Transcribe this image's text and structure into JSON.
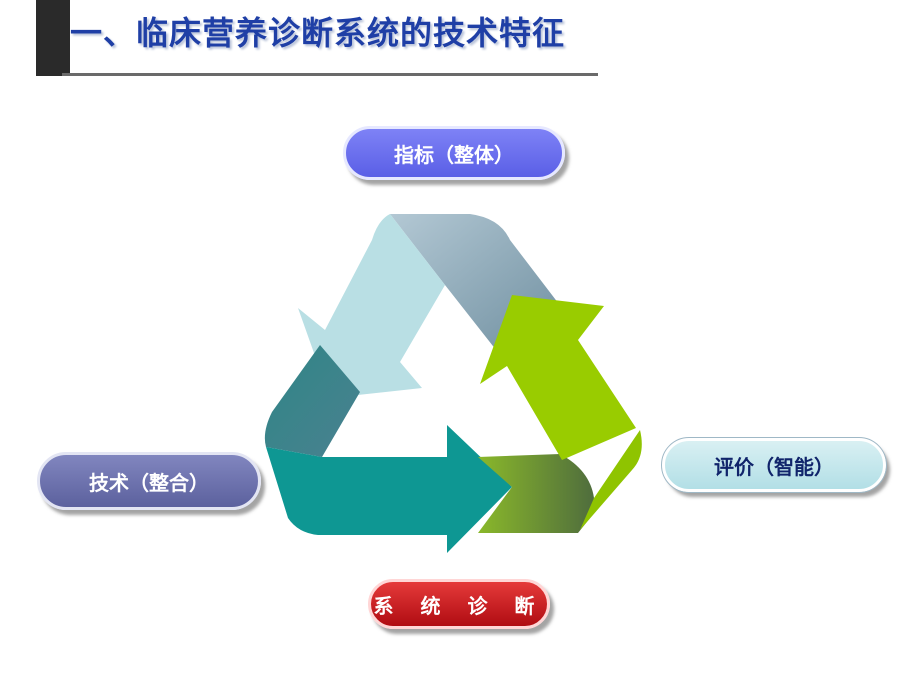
{
  "header": {
    "title": "一、临床营养诊断系统的技术特征"
  },
  "diagram": {
    "nodes": {
      "top": "指标（整体）",
      "right": "评价（智能）",
      "left": "技术（整合）",
      "bottom": "系 统 诊 断"
    },
    "colors": {
      "top_pill": "#6b6ff0",
      "right_pill": "#c3e6ec",
      "left_pill": "#6f74b0",
      "bottom_pill": "#cc1a1f",
      "arrow_light_blue": "#b9dfe4",
      "arrow_teal": "#0e9793",
      "arrow_green": "#99cc00",
      "title_blue": "#1f3fa6"
    }
  }
}
